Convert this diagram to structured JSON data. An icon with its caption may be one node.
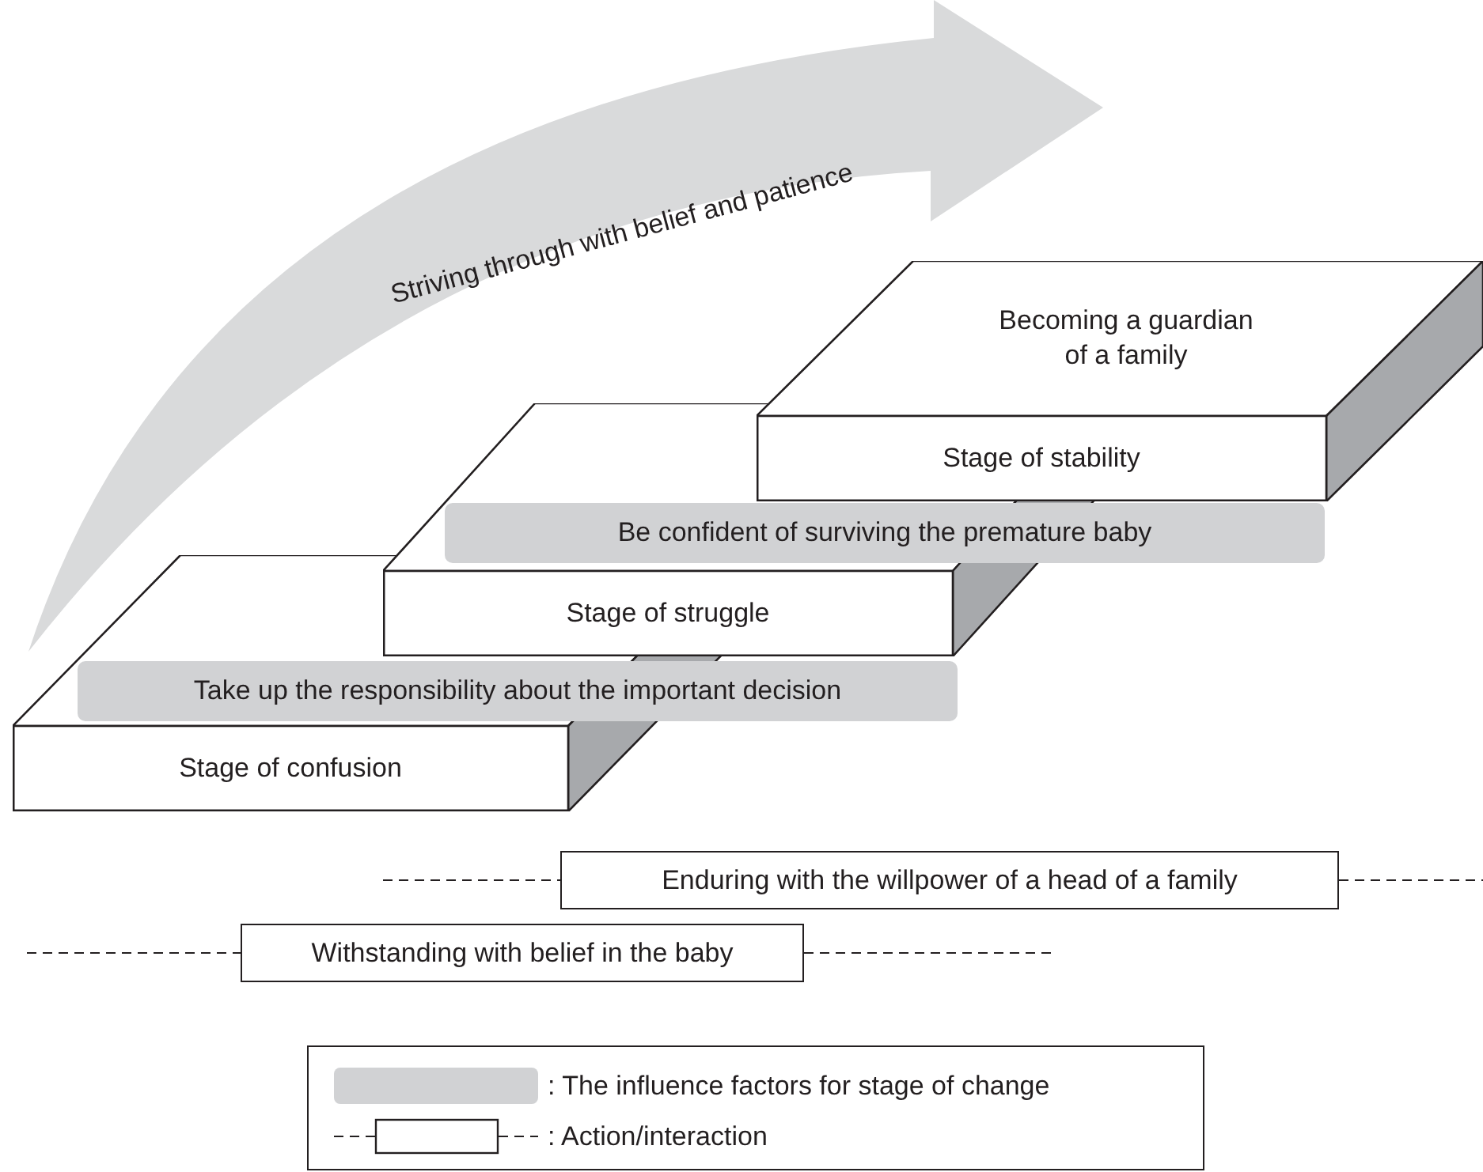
{
  "diagram": {
    "nodes": [
      {
        "text": [
          "Stage of confusion"
        ]
      },
      {
        "text": [
          "Take up the responsibility about the important decision"
        ]
      },
      {
        "text": [
          "Stage of struggle"
        ]
      },
      {
        "text": [
          "Be confident of surviving the premature baby"
        ]
      },
      {
        "text": [
          "Becoming a guardian of a family"
        ]
      },
      {
        "text": [
          "Stage of stability"
        ]
      },
      {
        "text": [
          "Enduring with the willpower of a head of a family"
        ]
      },
      {
        "text": [
          "Withstanding with belief in the baby"
        ]
      }
    ],
    "edges": [
      {
        "from": null,
        "to": 6,
        "arrow": "none",
        "style": "dashed"
      },
      {
        "from": 6,
        "to": null,
        "arrow": "none",
        "style": "dashed"
      },
      {
        "from": null,
        "to": 7,
        "arrow": "none",
        "style": "dashed"
      },
      {
        "from": 7,
        "to": null,
        "arrow": "none",
        "style": "dashed"
      }
    ],
    "labels": [
      "Striving through with belief and patience"
    ],
    "legend": [
      {
        "text": ": The influence factors for stage of change",
        "color": "#d1d2d4"
      },
      {
        "text": ": Action/interaction"
      }
    ]
  }
}
